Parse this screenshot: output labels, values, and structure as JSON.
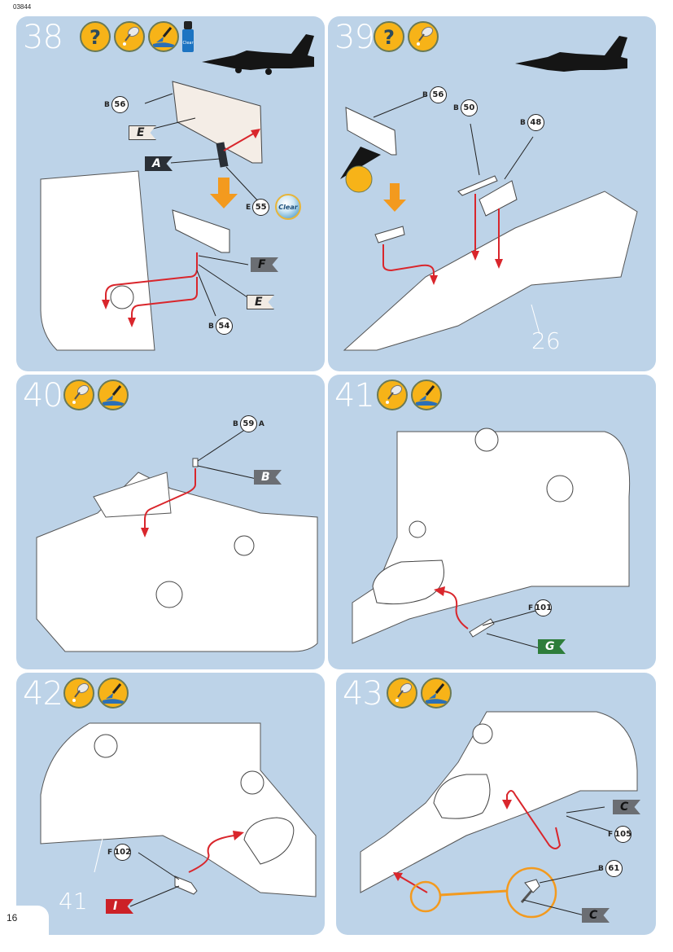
{
  "document": {
    "code": "03844",
    "page_number": "16"
  },
  "steps": [
    {
      "number": "38",
      "icons": [
        "question-icon",
        "glue-icon",
        "paint-brush-icon",
        "clear-paint-bottle-icon"
      ],
      "parts": [
        {
          "sprue": "B",
          "number": "56"
        },
        {
          "sprue": "E",
          "number": "55"
        },
        {
          "sprue": "B",
          "number": "54"
        }
      ],
      "color_flags": [
        "E",
        "A",
        "F",
        "E"
      ],
      "clear_label": "Clear"
    },
    {
      "number": "39",
      "icons": [
        "question-icon",
        "glue-icon"
      ],
      "parts": [
        {
          "sprue": "B",
          "number": "56"
        },
        {
          "sprue": "B",
          "number": "50"
        },
        {
          "sprue": "B",
          "number": "48"
        }
      ],
      "reference_part": "26"
    },
    {
      "number": "40",
      "icons": [
        "glue-icon",
        "paint-brush-icon"
      ],
      "parts": [
        {
          "sprue": "B",
          "number": "59",
          "suffix": "A"
        }
      ],
      "color_flags": [
        "B"
      ]
    },
    {
      "number": "41",
      "icons": [
        "glue-icon",
        "paint-brush-icon"
      ],
      "parts": [
        {
          "sprue": "F",
          "number": "101"
        }
      ],
      "color_flags": [
        "G"
      ]
    },
    {
      "number": "42",
      "icons": [
        "glue-icon",
        "paint-brush-icon"
      ],
      "parts": [
        {
          "sprue": "F",
          "number": "102"
        }
      ],
      "color_flags": [
        "I"
      ],
      "reference_part": "41"
    },
    {
      "number": "43",
      "icons": [
        "glue-icon",
        "paint-brush-icon"
      ],
      "parts": [
        {
          "sprue": "F",
          "number": "105"
        },
        {
          "sprue": "B",
          "number": "61"
        }
      ],
      "color_flags": [
        "C",
        "C"
      ]
    }
  ],
  "colors": {
    "panel_bg": "#bdd3e8",
    "icon_yellow": "#f7b318",
    "arrow_red": "#d9262c",
    "arrow_orange": "#f39a1e",
    "flag_green": "#2e7d3a",
    "flag_red": "#cc2127"
  }
}
